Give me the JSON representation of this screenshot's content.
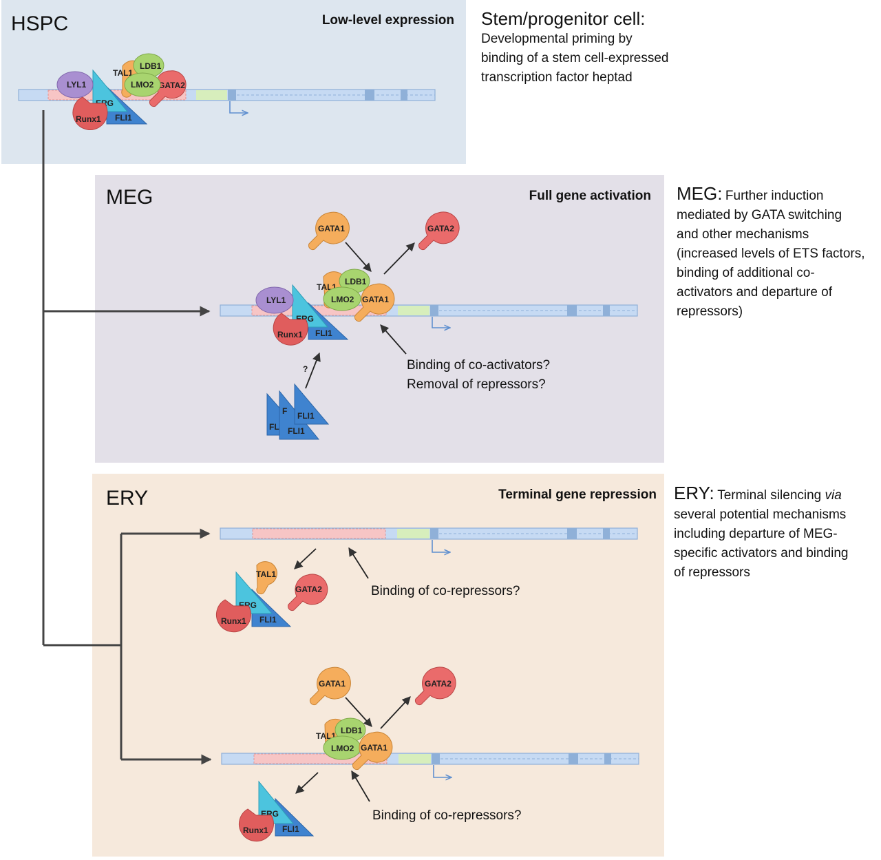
{
  "panels": {
    "hspc": {
      "label": "HSPC",
      "status": "Low-level expression",
      "fill": "#dde6ef"
    },
    "meg": {
      "label": "MEG",
      "status": "Full gene activation",
      "fill": "#e3e0e8"
    },
    "ery": {
      "label": "ERY",
      "status": "Terminal gene repression",
      "fill": "#f6e9dc"
    }
  },
  "factors": {
    "lyl1": "LYL1",
    "tal1": "TAL1",
    "ldb1": "LDB1",
    "lmo2": "LMO2",
    "gata2": "GATA2",
    "gata1": "GATA1",
    "erg": "ERG",
    "fli1": "FLI1",
    "runx1": "Runx1",
    "fli1_partial": "F"
  },
  "annotations": {
    "meg_question": "?",
    "meg_coactivators": "Binding of co-activators?",
    "meg_repressors": "Removal of repressors?",
    "ery_corepressors_1": "Binding of co-repressors?",
    "ery_corepressors_2": "Binding of co-repressors?"
  },
  "descriptions": {
    "hspc": {
      "head": "Stem/progenitor cell:",
      "lines": [
        "Developmental priming by",
        "binding of a stem cell-expressed",
        "transcription factor heptad"
      ]
    },
    "meg": {
      "head": "MEG:",
      "first": "Further induction",
      "lines": [
        "mediated by GATA switching",
        "and other mechanisms",
        "(increased levels of ETS factors,",
        "binding of additional co-",
        "activators and departure of",
        "repressors)"
      ]
    },
    "ery": {
      "head": "ERY:",
      "first_a": "Terminal silencing ",
      "first_b": "via",
      "lines": [
        "several potential mechanisms",
        "including departure of MEG-",
        "specific activators and binding",
        "of repressors"
      ]
    }
  },
  "colors": {
    "lyl1": "#a98fd1",
    "tal1": "#f5ad5c",
    "gata1": "#f5ad5c",
    "ldb1": "#a8d46f",
    "lmo2": "#a8d46f",
    "gata2": "#ea6b6b",
    "runx1": "#e05d5d",
    "erg": "#4cc4de",
    "fli1": "#3f83cf",
    "dna": "#c6daf3",
    "dna_stroke": "#8fb0d8",
    "enhancer": "#f7c5c5",
    "green_box": "#d7eebc"
  }
}
